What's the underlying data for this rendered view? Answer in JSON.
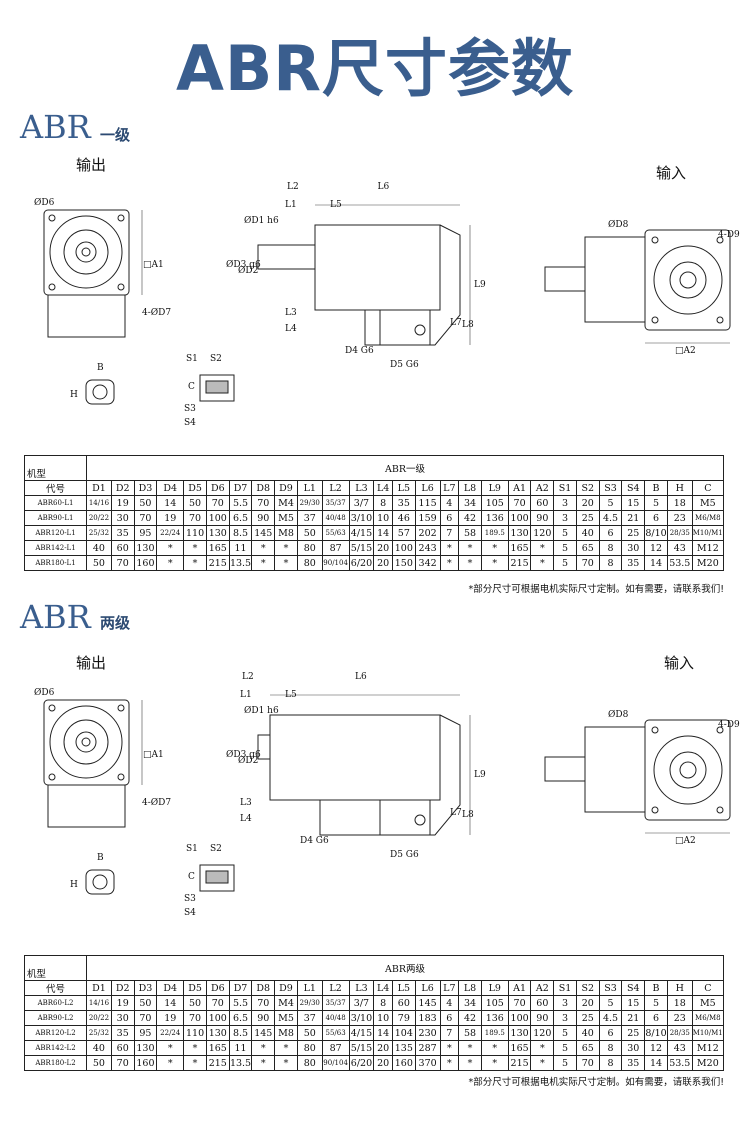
{
  "title": "ABR尺寸参数",
  "sections": [
    {
      "title": "ABR",
      "subtitle": "一级",
      "output_label": "输出",
      "input_label": "输入",
      "table_caption": "ABR一级",
      "header_model": "机型",
      "header_code": "代号",
      "columns": [
        "D1",
        "D2",
        "D3",
        "D4",
        "D5",
        "D6",
        "D7",
        "D8",
        "D9",
        "L1",
        "L2",
        "L3",
        "L4",
        "L5",
        "L6",
        "L7",
        "L8",
        "L9",
        "A1",
        "A2",
        "S1",
        "S2",
        "S3",
        "S4",
        "B",
        "H",
        "C"
      ],
      "rows": [
        [
          "ABR60-L1",
          "14/16",
          "19",
          "50",
          "14",
          "50",
          "70",
          "5.5",
          "70",
          "M4",
          "29/30",
          "35/37",
          "3/7",
          "8",
          "35",
          "115",
          "4",
          "34",
          "105",
          "70",
          "60",
          "3",
          "20",
          "5",
          "15",
          "5",
          "18",
          "M5"
        ],
        [
          "ABR90-L1",
          "20/22",
          "30",
          "70",
          "19",
          "70",
          "100",
          "6.5",
          "90",
          "M5",
          "37",
          "40/48",
          "3/10",
          "10",
          "46",
          "159",
          "6",
          "42",
          "136",
          "100",
          "90",
          "3",
          "25",
          "4.5",
          "21",
          "6",
          "23",
          "M6/M8"
        ],
        [
          "ABR120-L1",
          "25/32",
          "35",
          "95",
          "22/24",
          "110",
          "130",
          "8.5",
          "145",
          "M8",
          "50",
          "55/63",
          "4/15",
          "14",
          "57",
          "202",
          "7",
          "58",
          "189.5",
          "130",
          "120",
          "5",
          "40",
          "6",
          "25",
          "8/10",
          "28/35",
          "M10/M12"
        ],
        [
          "ABR142-L1",
          "40",
          "60",
          "130",
          "*",
          "*",
          "165",
          "11",
          "*",
          "*",
          "80",
          "87",
          "5/15",
          "20",
          "100",
          "243",
          "*",
          "*",
          "*",
          "165",
          "*",
          "5",
          "65",
          "8",
          "30",
          "12",
          "43",
          "M12"
        ],
        [
          "ABR180-L1",
          "50",
          "70",
          "160",
          "*",
          "*",
          "215",
          "13.5",
          "*",
          "*",
          "80",
          "90/104",
          "6/20",
          "20",
          "150",
          "342",
          "*",
          "*",
          "*",
          "215",
          "*",
          "5",
          "70",
          "8",
          "35",
          "14",
          "53.5",
          "M20"
        ]
      ],
      "note": "*部分尺寸可根据电机实际尺寸定制。如有需要，请联系我们!"
    },
    {
      "title": "ABR",
      "subtitle": "两级",
      "output_label": "输出",
      "input_label": "输入",
      "table_caption": "ABR两级",
      "header_model": "机型",
      "header_code": "代号",
      "columns": [
        "D1",
        "D2",
        "D3",
        "D4",
        "D5",
        "D6",
        "D7",
        "D8",
        "D9",
        "L1",
        "L2",
        "L3",
        "L4",
        "L5",
        "L6",
        "L7",
        "L8",
        "L9",
        "A1",
        "A2",
        "S1",
        "S2",
        "S3",
        "S4",
        "B",
        "H",
        "C"
      ],
      "rows": [
        [
          "ABR60-L2",
          "14/16",
          "19",
          "50",
          "14",
          "50",
          "70",
          "5.5",
          "70",
          "M4",
          "29/30",
          "35/37",
          "3/7",
          "8",
          "60",
          "145",
          "4",
          "34",
          "105",
          "70",
          "60",
          "3",
          "20",
          "5",
          "15",
          "5",
          "18",
          "M5"
        ],
        [
          "ABR90-L2",
          "20/22",
          "30",
          "70",
          "19",
          "70",
          "100",
          "6.5",
          "90",
          "M5",
          "37",
          "40/48",
          "3/10",
          "10",
          "79",
          "183",
          "6",
          "42",
          "136",
          "100",
          "90",
          "3",
          "25",
          "4.5",
          "21",
          "6",
          "23",
          "M6/M8"
        ],
        [
          "ABR120-L2",
          "25/32",
          "35",
          "95",
          "22/24",
          "110",
          "130",
          "8.5",
          "145",
          "M8",
          "50",
          "55/63",
          "4/15",
          "14",
          "104",
          "230",
          "7",
          "58",
          "189.5",
          "130",
          "120",
          "5",
          "40",
          "6",
          "25",
          "8/10",
          "28/35",
          "M10/M12"
        ],
        [
          "ABR142-L2",
          "40",
          "60",
          "130",
          "*",
          "*",
          "165",
          "11",
          "*",
          "*",
          "80",
          "87",
          "5/15",
          "20",
          "135",
          "287",
          "*",
          "*",
          "*",
          "165",
          "*",
          "5",
          "65",
          "8",
          "30",
          "12",
          "43",
          "M12"
        ],
        [
          "ABR180-L2",
          "50",
          "70",
          "160",
          "*",
          "*",
          "215",
          "13.5",
          "*",
          "*",
          "80",
          "90/104",
          "6/20",
          "20",
          "160",
          "370",
          "*",
          "*",
          "*",
          "215",
          "*",
          "5",
          "70",
          "8",
          "35",
          "14",
          "53.5",
          "M20"
        ]
      ],
      "note": "*部分尺寸可根据电机实际尺寸定制。如有需要，请联系我们!"
    }
  ],
  "drawing_labels": {
    "front": [
      "ØD6",
      "□A1",
      "4-ØD7"
    ],
    "side": [
      "L2",
      "L6",
      "L1",
      "L5",
      "ØD1 h6",
      "ØD3 g6",
      "ØD2",
      "L9",
      "L3",
      "L4",
      "L7",
      "L8",
      "D4 G6",
      "D5 G6"
    ],
    "input": [
      "ØD8",
      "4-D9",
      "□A2"
    ],
    "key": [
      "B",
      "H"
    ],
    "keyway": [
      "S1",
      "S2",
      "C",
      "S3",
      "S4"
    ]
  }
}
